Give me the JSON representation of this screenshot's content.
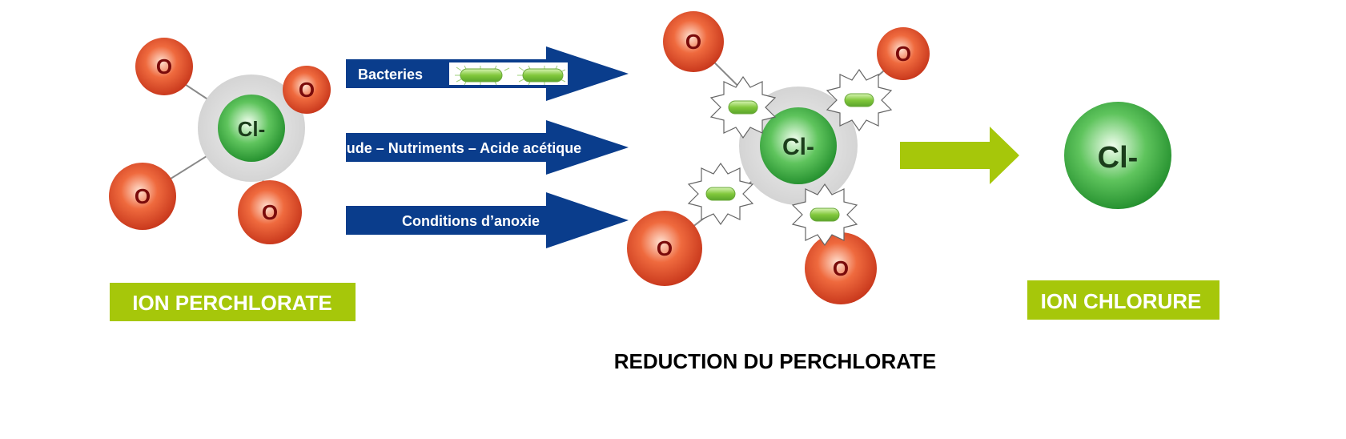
{
  "diagram": {
    "atom_labels": {
      "oxygen": "O",
      "chloride": "Cl-"
    },
    "arrows": [
      {
        "label": "Bacteries"
      },
      {
        "label": "Soude – Nutriments – Acide acétique"
      },
      {
        "label": "Conditions d’anoxie"
      }
    ],
    "labels": {
      "perchlorate": "ION PERCHLORATE",
      "chlorure": "ION CHLORURE",
      "reduction": "REDUCTION  DU PERCHLORATE"
    },
    "colors": {
      "oxygen": "#d83a1a",
      "chloride": "#2e9a2e",
      "arrow_blue": "#0a3d8c",
      "arrow_green": "#a6c70a",
      "badge": "#a6c70a",
      "halo": "#d9d9d9",
      "bacteria": "#8fd14f"
    }
  }
}
